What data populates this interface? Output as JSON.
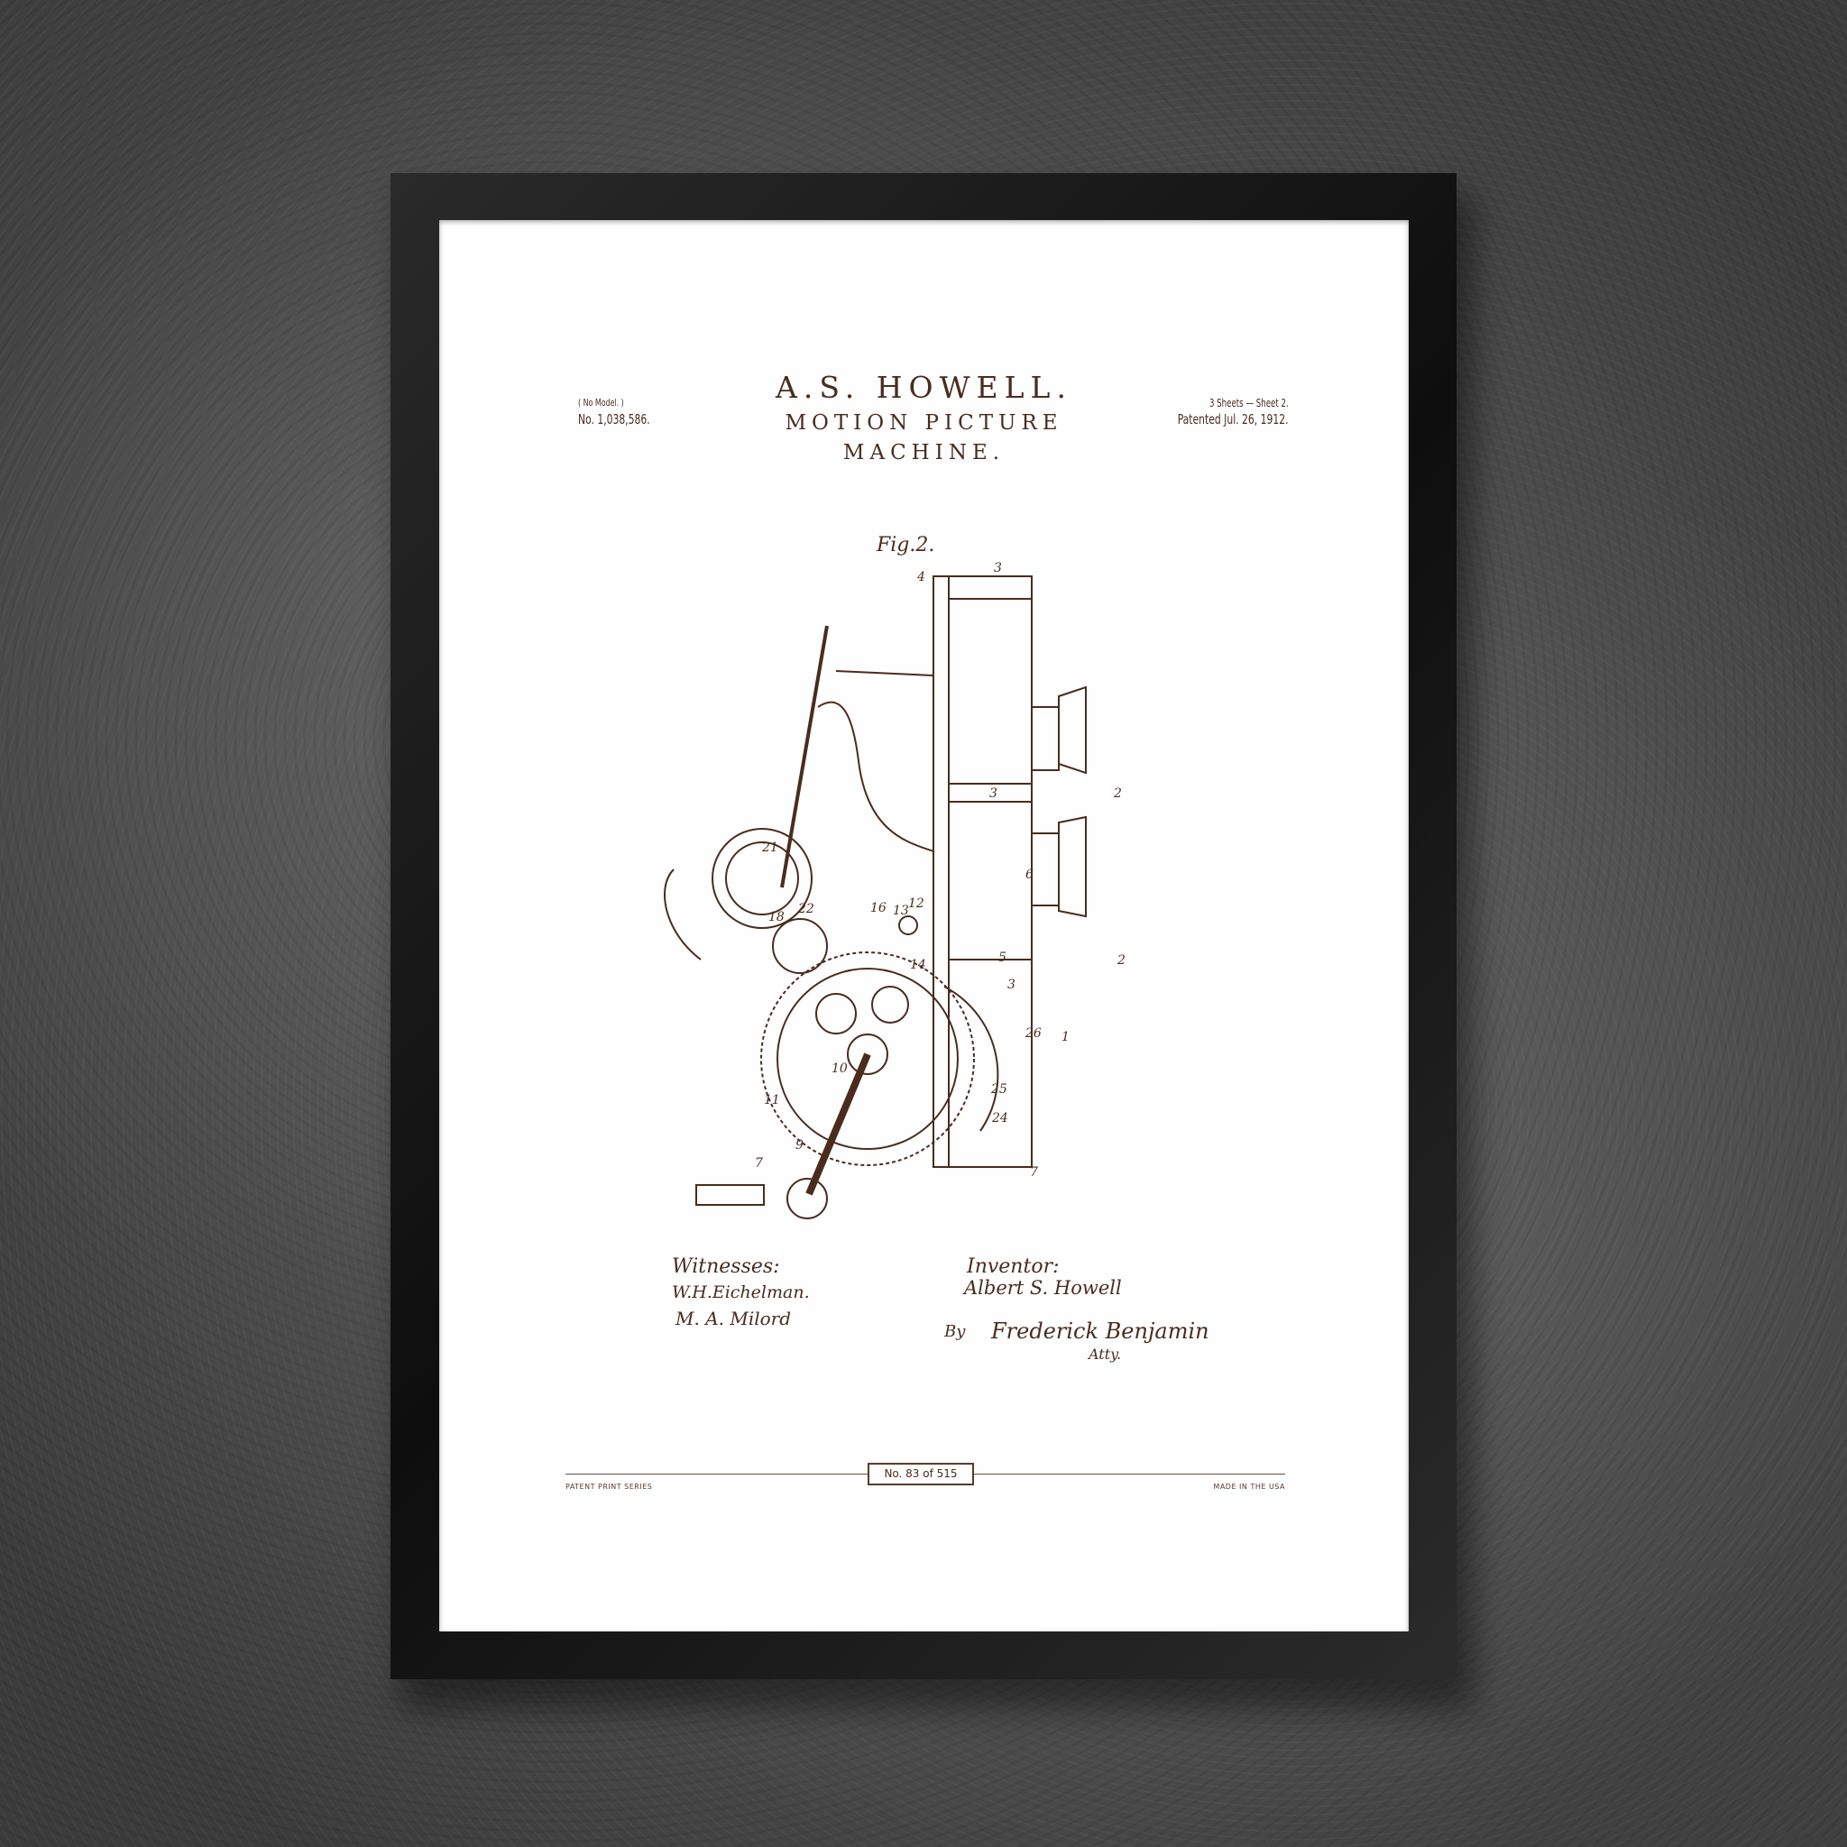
{
  "patent": {
    "model_note": "( No Model. )",
    "number": "No. 1,038,586.",
    "inventor_name": "A.S. HOWELL.",
    "title_line1": "MOTION PICTURE",
    "title_line2": "MACHINE.",
    "sheets": "3 Sheets — Sheet 2.",
    "patented": "Patented Jul. 26, 1912."
  },
  "drawing": {
    "figure": "Fig.2.",
    "labels": [
      "4",
      "3",
      "2",
      "3",
      "21",
      "13",
      "18",
      "22",
      "12",
      "16",
      "6",
      "14",
      "5",
      "2",
      "3",
      "1",
      "26",
      "10",
      "11",
      "25",
      "24",
      "9",
      "7",
      "7"
    ],
    "ink_color": "#4a2c1e"
  },
  "signatures": {
    "witnesses_heading": "Witnesses:",
    "witness1": "W.H.Eichelman.",
    "witness2": "M. A. Milord",
    "inventor_heading": "Inventor:",
    "inventor": "Albert S. Howell",
    "by": "By",
    "attorney": "Frederick Benjamin",
    "atty": "Atty."
  },
  "footer": {
    "series": "PATENT PRINT SERIES",
    "edition": "No. 83 of 515",
    "made_in": "MADE IN THE USA"
  }
}
